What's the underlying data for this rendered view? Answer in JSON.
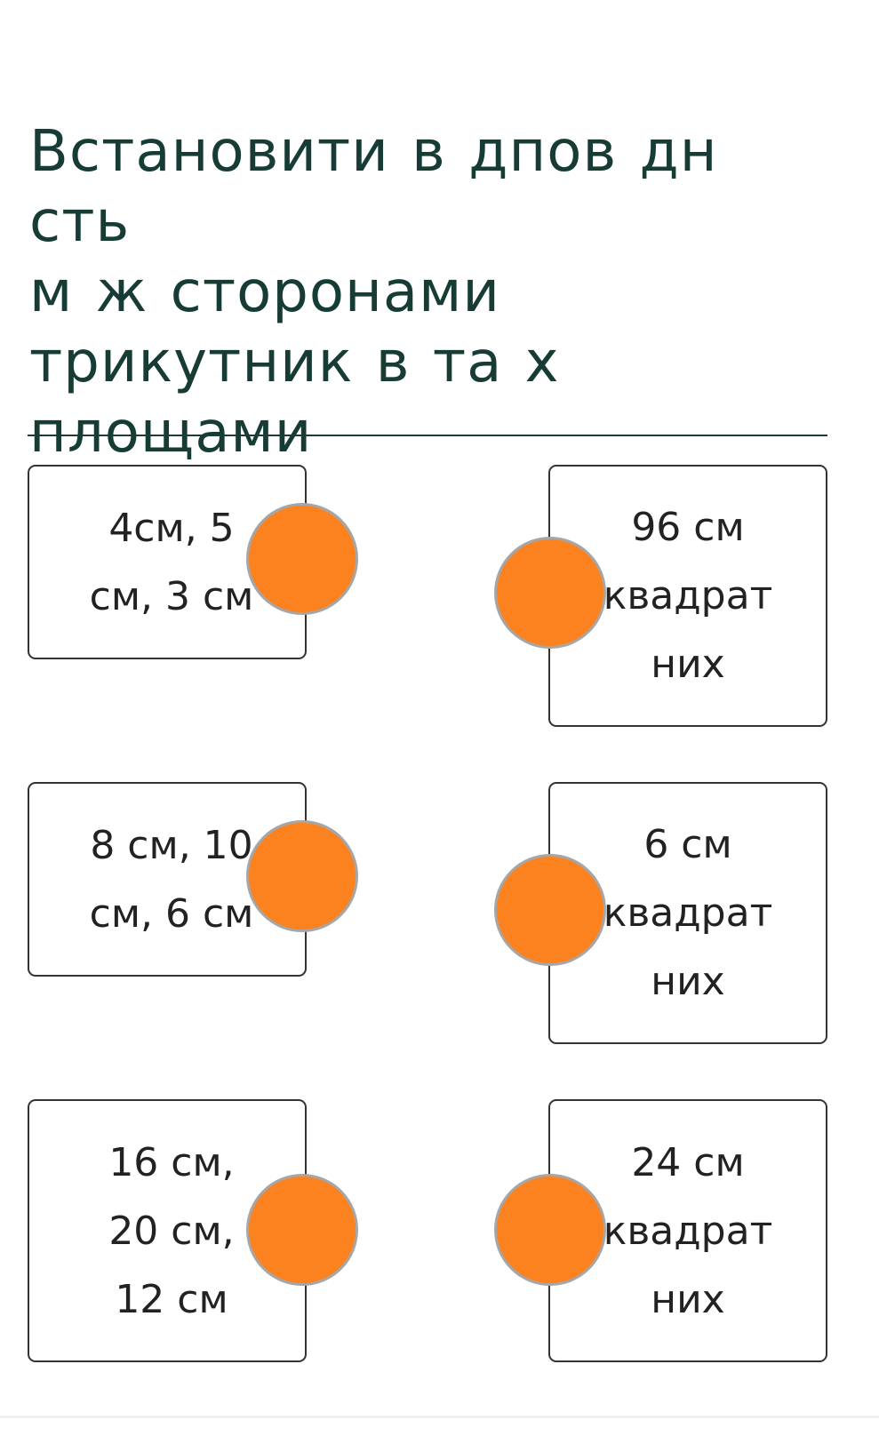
{
  "question": {
    "title": "Встановити в дпов дн сть\nм ж сторонами\nтрикутник в та   х\nплощами"
  },
  "left_items": [
    {
      "label": "4см, 5\nсм, 3 см"
    },
    {
      "label": "8 см, 10\nсм, 6 см"
    },
    {
      "label": "16 см,\n20 см,\n12 см"
    }
  ],
  "right_items": [
    {
      "label": "96 см\nквадрат\nних"
    },
    {
      "label": "6 см\nквадрат\nних"
    },
    {
      "label": "24 см\nквадрат\nних"
    }
  ],
  "colors": {
    "title": "#163c35",
    "connector": "#fb821e",
    "card_border": "#333333"
  }
}
